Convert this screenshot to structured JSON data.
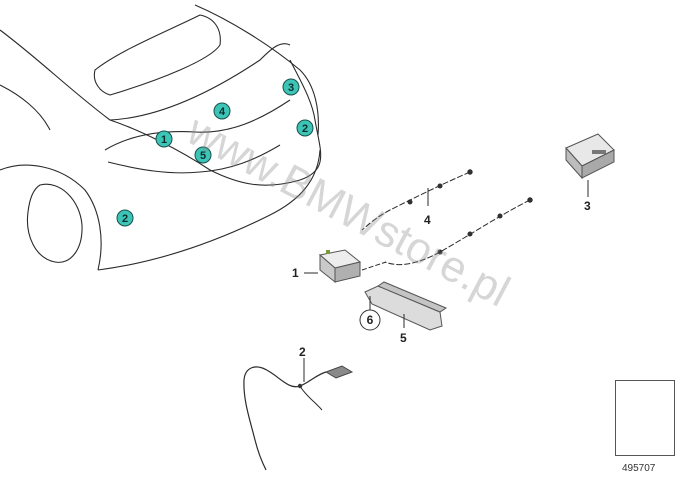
{
  "diagram_id": "495707",
  "watermark": "www.BMWstore.pl",
  "vehicle_markers": [
    "1",
    "4",
    "5",
    "3",
    "2",
    "2"
  ],
  "part_callouts": [
    "1",
    "2",
    "3",
    "4",
    "5",
    "6"
  ],
  "legend_part": "6",
  "colors": {
    "marker_fill": "#3cc5b7",
    "line": "#2b2b2b"
  }
}
